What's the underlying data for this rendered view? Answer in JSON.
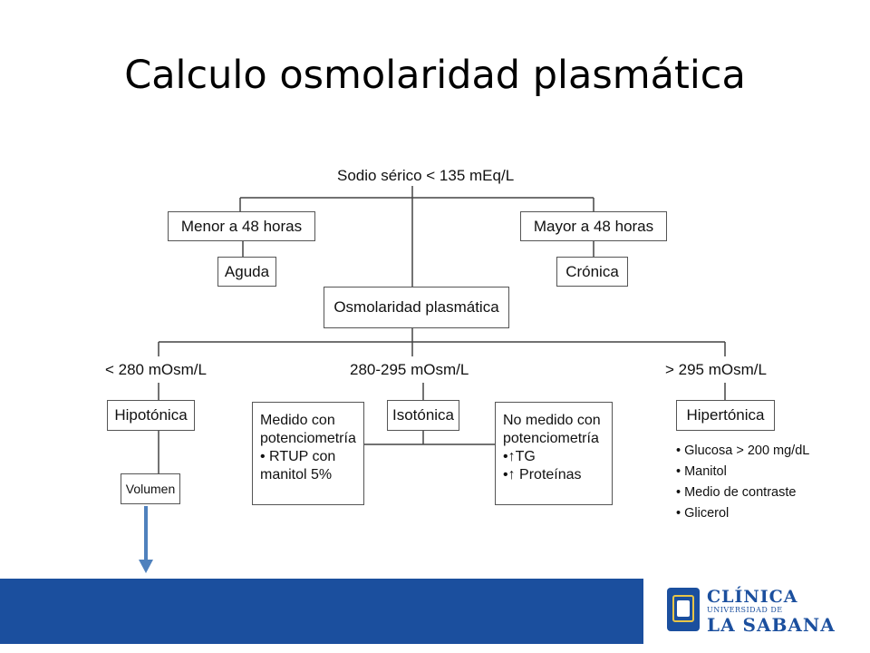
{
  "slide": {
    "title": "Calculo osmolaridad plasmática"
  },
  "diagram": {
    "root": "Sodio sérico < 135 mEq/L",
    "less_48": "Menor a 48 horas",
    "more_48": "Mayor a 48 horas",
    "acute": "Aguda",
    "chronic": "Crónica",
    "osm": "Osmolaridad plasmática",
    "range_low": "< 280 mOsm/L",
    "range_mid": "280-295 mOsm/L",
    "range_high": "> 295 mOsm/L",
    "hypo": "Hipotónica",
    "iso": "Isotónica",
    "hyper": "Hipertónica",
    "volume": "Volumen",
    "measured": {
      "lines": [
        "Medido con",
        "potenciometría",
        "• RTUP con",
        "manitol 5%"
      ]
    },
    "not_measured": {
      "lines": [
        "No medido con",
        "potenciometría",
        "•↑TG",
        "•↑ Proteínas"
      ]
    },
    "hyper_causes": [
      "• Glucosa > 200 mg/dL",
      "• Manitol",
      "• Medio de contraste",
      "• Glicerol"
    ],
    "line_color": "#444444",
    "arrow_color": "#4f81bd"
  },
  "footer": {
    "bar_color": "#1b4f9e",
    "logo": {
      "line1": "CLÍNICA",
      "line2": "UNIVERSIDAD DE",
      "line3": "LA SABANA"
    }
  }
}
